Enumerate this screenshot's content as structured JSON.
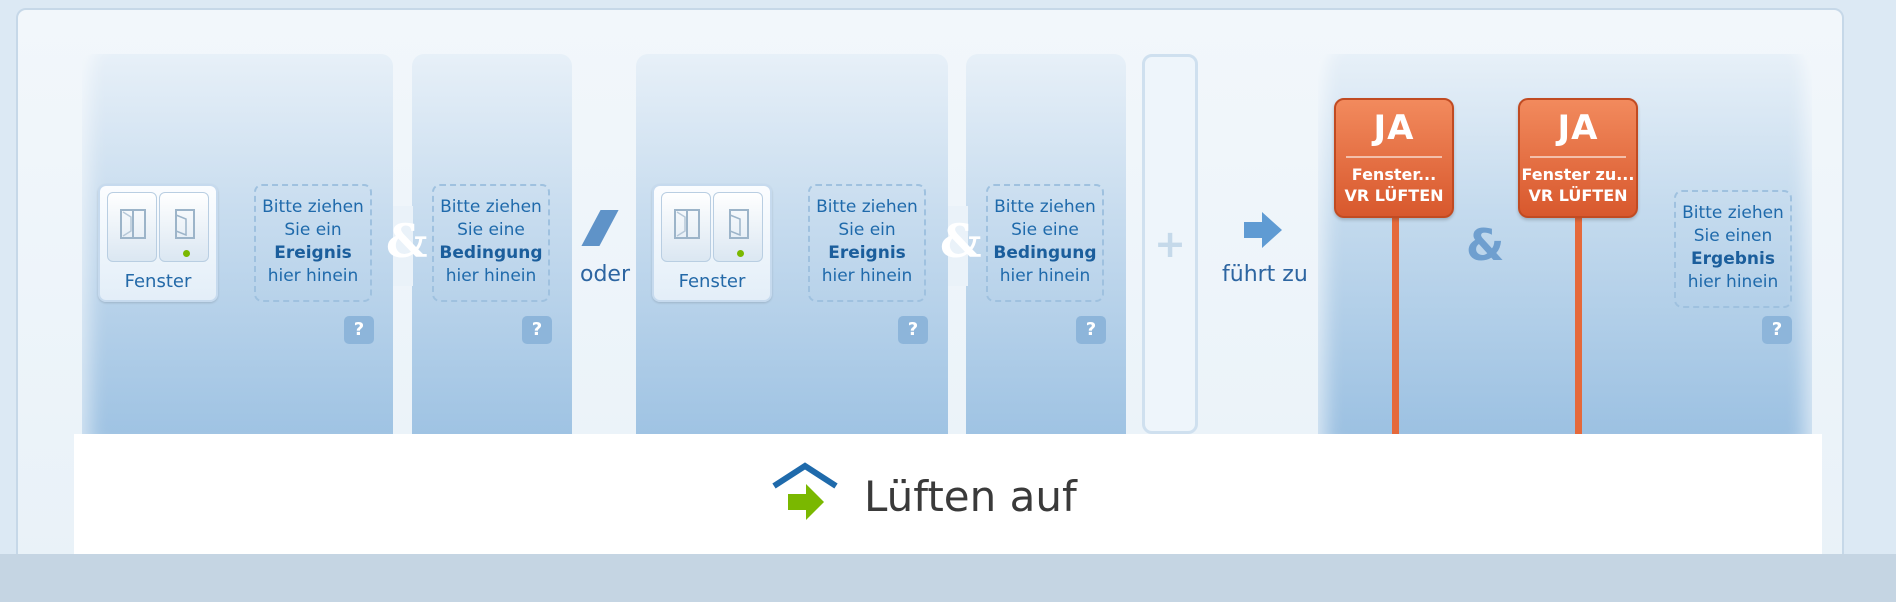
{
  "rule": {
    "condition_groups": [
      {
        "device": {
          "label": "Fenster",
          "icon": "window-device-icon"
        },
        "event_drop": {
          "line1": "Bitte ziehen",
          "line2": "Sie ein",
          "bold": "Ereignis",
          "line4": "hier hinein"
        },
        "connector": "&",
        "condition_drop": {
          "line1": "Bitte ziehen",
          "line2": "Sie eine",
          "bold": "Bedingung",
          "line4": "hier hinein"
        }
      },
      {
        "device": {
          "label": "Fenster",
          "icon": "window-device-icon"
        },
        "event_drop": {
          "line1": "Bitte ziehen",
          "line2": "Sie ein",
          "bold": "Ereignis",
          "line4": "hier hinein"
        },
        "connector": "&",
        "condition_drop": {
          "line1": "Bitte ziehen",
          "line2": "Sie eine",
          "bold": "Bedingung",
          "line4": "hier hinein"
        }
      }
    ],
    "or_label": "oder",
    "add_group_symbol": "+",
    "leads_to_label": "führt zu",
    "help_symbol": "?",
    "results": [
      {
        "badge": "JA",
        "line1": "Fenster...",
        "line2": "VR LÜFTEN"
      },
      {
        "badge": "JA",
        "line1": "Fenster zu...",
        "line2": "VR LÜFTEN"
      }
    ],
    "results_connector": "&",
    "result_drop": {
      "line1": "Bitte ziehen",
      "line2": "Sie einen",
      "bold": "Ergebnis",
      "line4": "hier hinein"
    }
  },
  "scene": {
    "title": "Lüften auf",
    "icon": "house-arrow-icon"
  },
  "colors": {
    "accent_blue": "#1f6aab",
    "result_orange": "#d8582d",
    "go_green": "#7ab800"
  }
}
